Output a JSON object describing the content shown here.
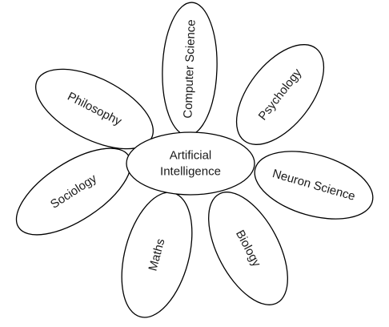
{
  "center": {
    "line1": "Artificial",
    "line2": "Intelligence"
  },
  "petals": {
    "computer_science": "Computer Science",
    "psychology": "Psychology",
    "philosophy": "Philosophy",
    "neuron_science": "Neuron Science",
    "sociology": "Sociology",
    "maths": "Maths",
    "biology": "Biology"
  },
  "colors": {
    "stroke": "#000000",
    "fill": "#ffffff",
    "text": "#1a1a1a"
  }
}
